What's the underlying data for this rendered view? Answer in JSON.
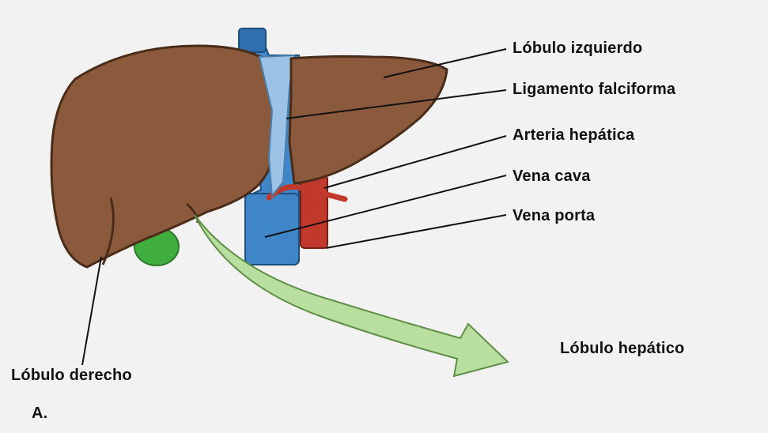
{
  "labels": {
    "lobulo_izquierdo": "Lóbulo izquierdo",
    "ligamento_falciforme": "Ligamento falciforma",
    "arteria_hepatica": "Arteria hepática",
    "vena_cava": "Vena cava",
    "vena_porta": "Vena porta",
    "lobulo_derecho": "Lóbulo derecho",
    "lobulo_hepatico": "Lóbulo hepático",
    "panel_letter": "A."
  },
  "colors": {
    "background": "#f2f2f2",
    "liver": "#8b5a3c",
    "liver_dark": "#5e3a24",
    "vena_cava": "#3f86c8",
    "artery": "#c0392b",
    "gallbladder": "#3fae3f",
    "arrow": "#b8dfa0",
    "leader_line": "#111111"
  }
}
